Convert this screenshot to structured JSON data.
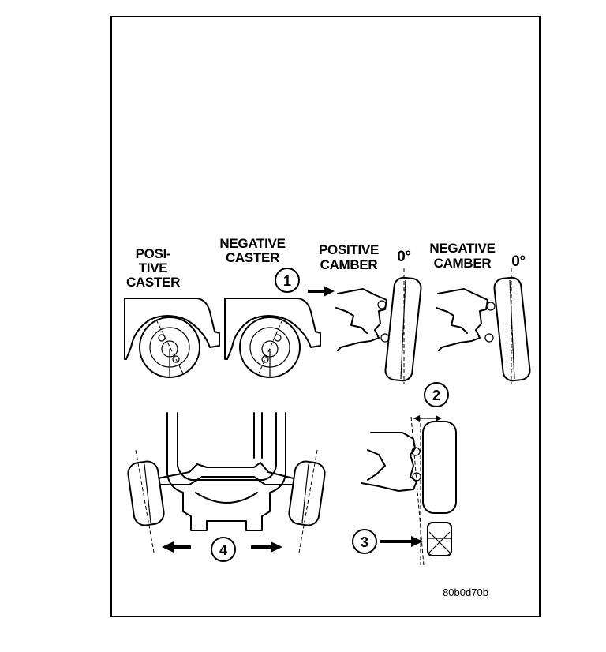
{
  "labels": {
    "positive_caster": [
      "POSI-",
      "TIVE",
      "CASTER"
    ],
    "negative_caster": [
      "NEGATIVE",
      "CASTER"
    ],
    "positive_camber": [
      "POSITIVE",
      "CAMBER"
    ],
    "negative_camber": [
      "NEGATIVE",
      "CAMBER"
    ],
    "zero_deg_positive": "0°",
    "zero_deg_negative": "0°"
  },
  "callouts": [
    "1",
    "2",
    "3",
    "4"
  ],
  "figure_code": "80b0d70b"
}
